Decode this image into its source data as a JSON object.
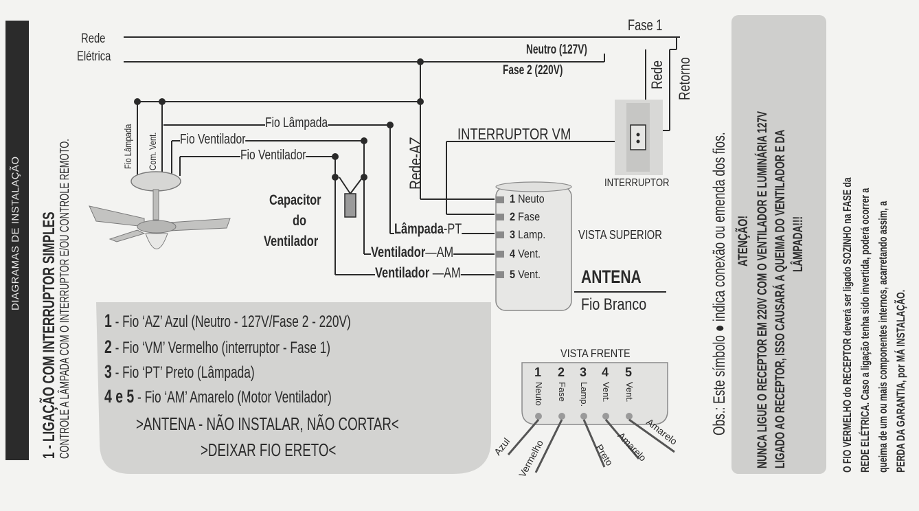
{
  "sidebar": {
    "title": "DIAGRAMAS DE INSTALAÇÃO"
  },
  "section": {
    "title": "1 - LIGAÇÃO COM INTERRUPTOR SIMPLES",
    "subtitle": "CONTROLE A LÂMPADA COM O INTERRUPTOR E/OU CONTROLE REMOTO."
  },
  "diagram": {
    "rede": "Rede",
    "eletrica": "Elétrica",
    "fase1": "Fase 1",
    "neutro": "Neutro (127V)",
    "fase2": "Fase 2 (220V)",
    "rede_vert": "Rede",
    "retorno": "Retorno",
    "rede_az": "Rede-AZ",
    "fio_lampada": "Fio Lâmpada",
    "fio_ventilador": "Fio Ventilador",
    "fio_ventilador2": "Fio Ventilador",
    "fan_fio_lampada": "Fio Lâmpada",
    "fan_com_vent": "Com. Vent.",
    "interruptor_vm": "INTERRUPTOR VM",
    "interruptor": "INTERRUPTOR",
    "capacitor": [
      "Capacitor",
      "do",
      "Ventilador"
    ],
    "lampada_pt": "Lâmpada",
    "pt": "PT",
    "ventilador_am1": "Ventilador",
    "am1": "AM",
    "ventilador_am2": "Ventilador",
    "am2": "AM",
    "terminals": [
      {
        "num": "1",
        "label": "Neuto"
      },
      {
        "num": "2",
        "label": "Fase"
      },
      {
        "num": "3",
        "label": "Lamp."
      },
      {
        "num": "4",
        "label": "Vent."
      },
      {
        "num": "5",
        "label": "Vent."
      }
    ],
    "vista_superior": "VISTA SUPERIOR",
    "antena": "ANTENA",
    "fio_branco": "Fio Branco"
  },
  "legend": {
    "items": [
      {
        "num": "1",
        "text": " - Fio ‘AZ’ Azul (Neutro - 127V/Fase 2 - 220V)"
      },
      {
        "num": "2",
        "text": " - Fio ‘VM’ Vermelho (interruptor - Fase 1)"
      },
      {
        "num": "3",
        "text": " - Fio ‘PT’ Preto (Lâmpada)"
      },
      {
        "num": "4 e 5",
        "text": " - Fio ‘AM’ Amarelo (Motor Ventilador)"
      }
    ],
    "warning1": ">ANTENA - NÃO INSTALAR, NÃO CORTAR<",
    "warning2": ">DEIXAR FIO ERETO<"
  },
  "front_view": {
    "title": "VISTA FRENTE",
    "nums": [
      "1",
      "2",
      "3",
      "4",
      "5"
    ],
    "labels": [
      "Neuto",
      "Fase",
      "Lamp.",
      "Vent.",
      "Vent."
    ],
    "wires": [
      "Azul",
      "Vermelho",
      "Preto",
      "Amarelo",
      "Amarelo"
    ]
  },
  "obs": "Obs.: Este símbolo ● indica conexão ou emenda dos fios.",
  "attention": {
    "title": "ATENÇÃO!",
    "lines": [
      "NUNCA LIGUE O RECEPTOR EM 220V COM O VENTILADOR E LUMINÁRIA 127V",
      "LIGADO AO RECEPTOR, ISSO CAUSARÁ A QUEIMA DO VENTILADOR E DA",
      "LÂMPADA!!!"
    ]
  },
  "note": {
    "lines": [
      "O FIO VERMELHO do RECEPTOR deverá ser ligado SOZINHO na FASE da",
      "REDE ELÉTRICA. Caso a ligação tenha sido invertida, poderá ocorrer a",
      "queima de um ou mais componentes internos, acarretando assim, a",
      "PERDA DA GARANTIA, por MÁ INSTALAÇÃO."
    ]
  },
  "colors": {
    "ink": "#2a2a2a",
    "paper": "#f3f3f1",
    "sidebar": "#2b2b2b",
    "panel": "#d3d3d1"
  }
}
